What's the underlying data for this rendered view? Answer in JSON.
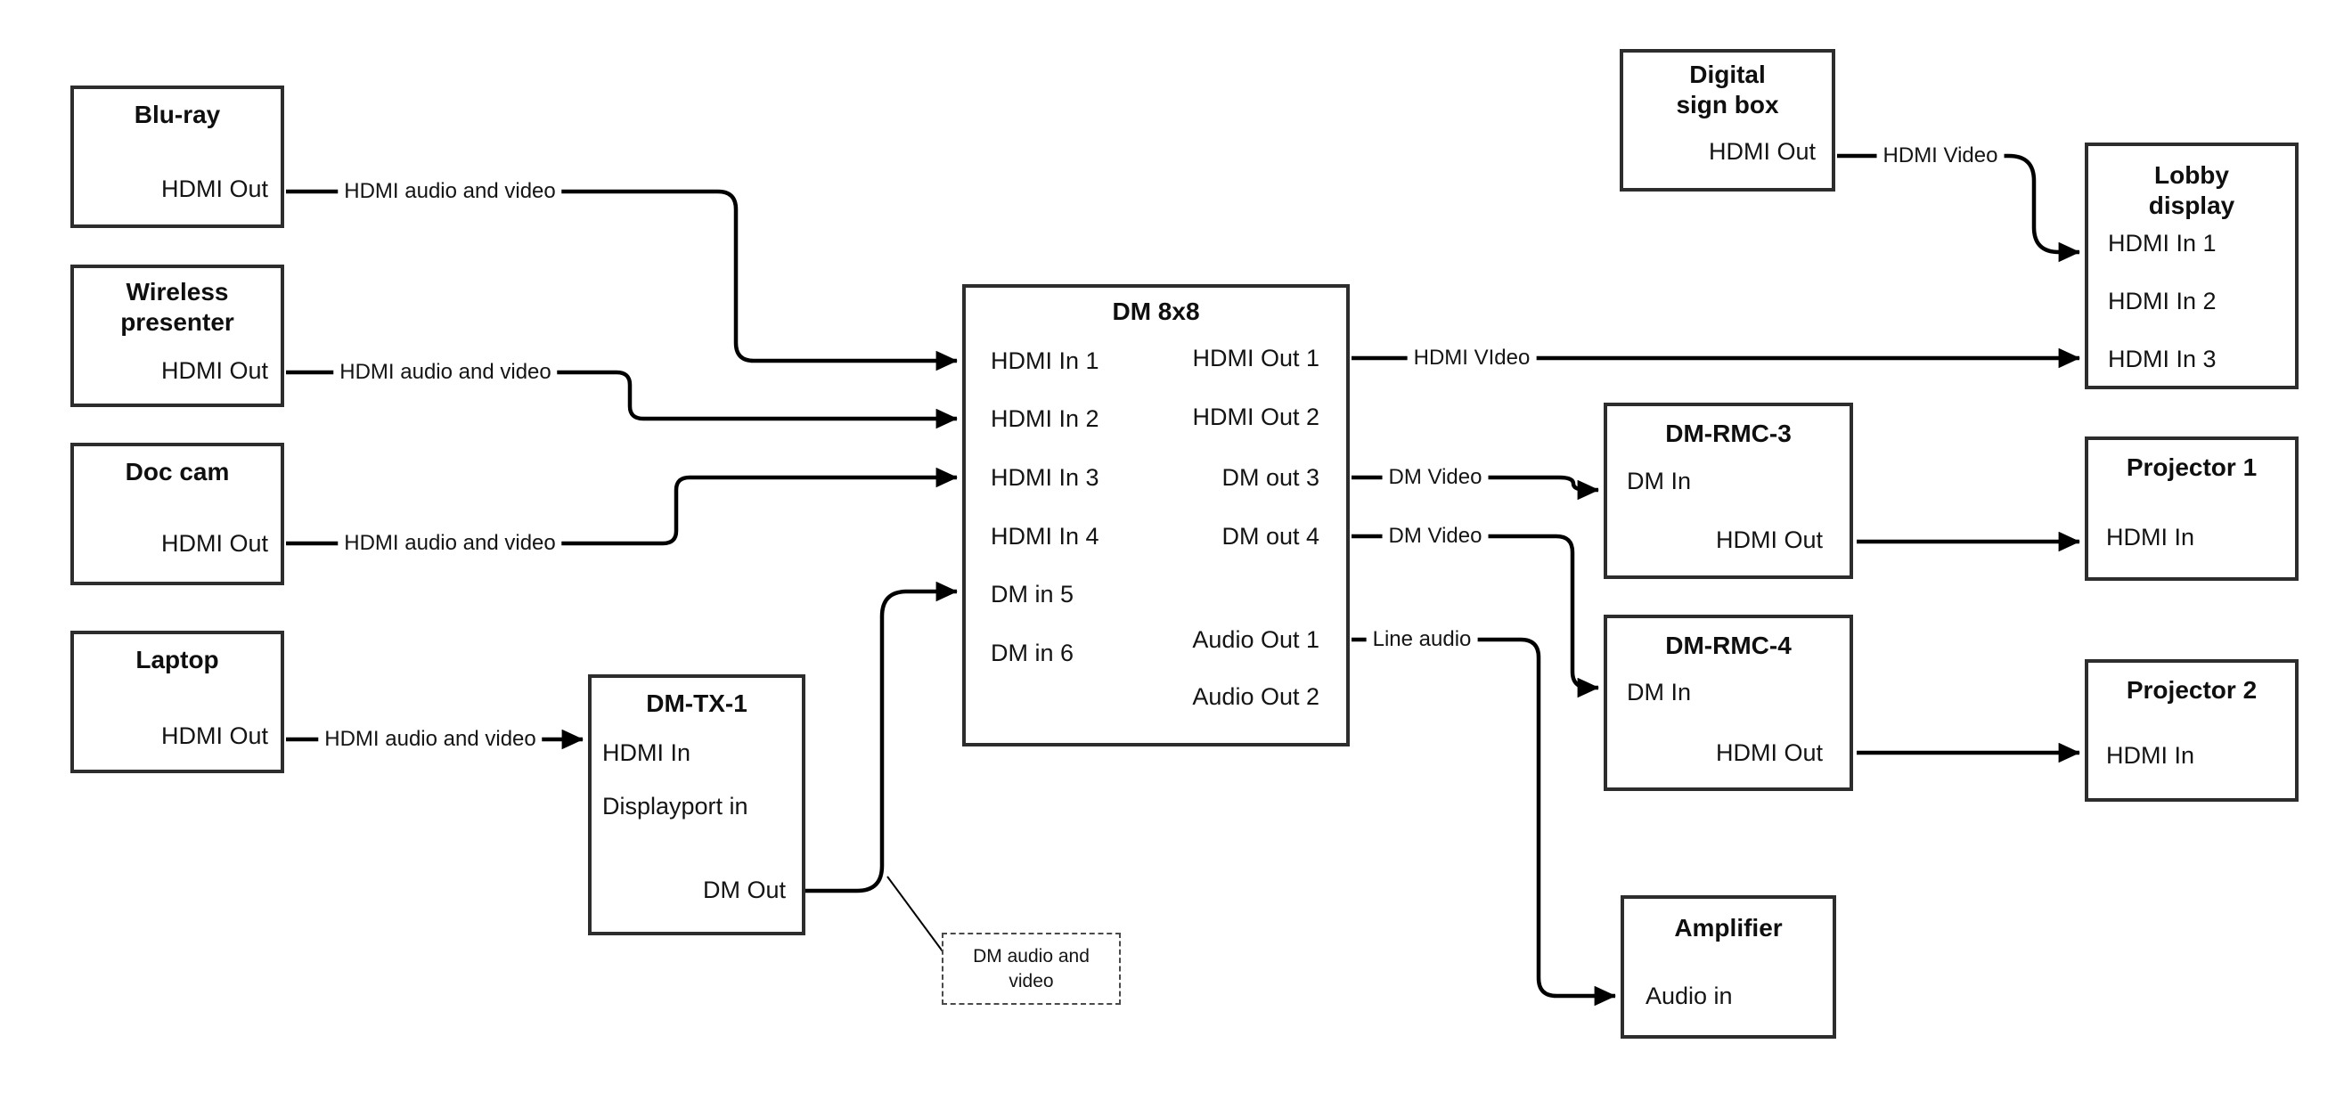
{
  "nodes": {
    "bluray": {
      "title": "Blu-ray",
      "ports": {
        "hdmi_out": "HDMI Out"
      }
    },
    "wireless": {
      "title": "Wireless presenter",
      "ports": {
        "hdmi_out": "HDMI Out"
      }
    },
    "doccam": {
      "title": "Doc cam",
      "ports": {
        "hdmi_out": "HDMI Out"
      }
    },
    "laptop": {
      "title": "Laptop",
      "ports": {
        "hdmi_out": "HDMI Out"
      }
    },
    "dmtx1": {
      "title": "DM-TX-1",
      "ports": {
        "hdmi_in": "HDMI In",
        "displayport_in": "Displayport in",
        "dm_out": "DM Out"
      }
    },
    "dm8x8": {
      "title": "DM 8x8",
      "ports": {
        "hdmi_in1": "HDMI In 1",
        "hdmi_in2": "HDMI In 2",
        "hdmi_in3": "HDMI In 3",
        "hdmi_in4": "HDMI In 4",
        "dm_in5": "DM in 5",
        "dm_in6": "DM in 6",
        "hdmi_out1": "HDMI Out 1",
        "hdmi_out2": "HDMI Out 2",
        "dm_out3": "DM out 3",
        "dm_out4": "DM out 4",
        "audio_out1": "Audio Out 1",
        "audio_out2": "Audio Out 2"
      }
    },
    "sign": {
      "title": "Digital sign box",
      "ports": {
        "hdmi_out": "HDMI Out"
      }
    },
    "lobby": {
      "title": "Lobby display",
      "ports": {
        "hdmi_in1": "HDMI In 1",
        "hdmi_in2": "HDMI In 2",
        "hdmi_in3": "HDMI In 3"
      }
    },
    "rmc3": {
      "title": "DM-RMC-3",
      "ports": {
        "dm_in": "DM In",
        "hdmi_out": "HDMI Out"
      }
    },
    "proj1": {
      "title": "Projector 1",
      "ports": {
        "hdmi_in": "HDMI In"
      }
    },
    "rmc4": {
      "title": "DM-RMC-4",
      "ports": {
        "dm_in": "DM In",
        "hdmi_out": "HDMI Out"
      }
    },
    "proj2": {
      "title": "Projector 2",
      "ports": {
        "hdmi_in": "HDMI In"
      }
    },
    "amp": {
      "title": "Amplifier",
      "ports": {
        "audio_in": "Audio in"
      }
    }
  },
  "connections": {
    "bluray_to_dm8x8": "HDMI audio and video",
    "wireless_to_dm8x8": "HDMI audio and video",
    "doccam_to_dm8x8": "HDMI audio and video",
    "laptop_to_dmtx1": "HDMI audio and video",
    "dm8x8_out1_to_lobby": "HDMI VIdeo",
    "sign_to_lobby": "HDMI Video",
    "dm8x8_out3_to_rmc3": "DM Video",
    "dm8x8_out4_to_rmc4": "DM Video",
    "dm8x8_audio1_to_amp": "Line audio"
  },
  "callout": {
    "text": "DM audio and video"
  }
}
